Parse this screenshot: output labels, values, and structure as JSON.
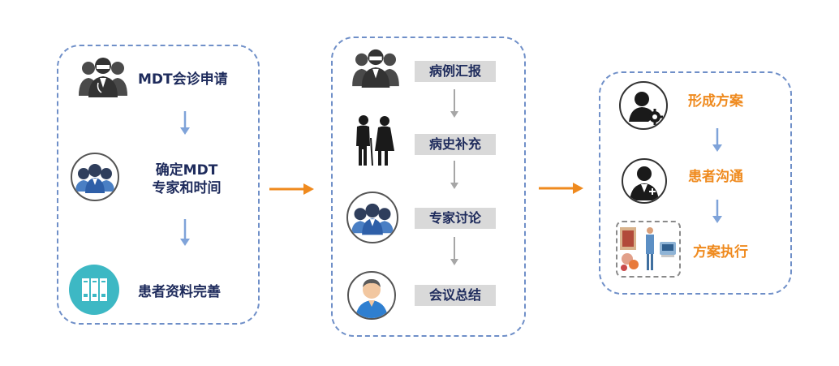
{
  "panel1": {
    "steps": [
      {
        "label": "MDT会诊申请",
        "icon": "doctors-group-icon"
      },
      {
        "label_line1": "确定MDT",
        "label_line2": "专家和时间",
        "icon": "experts-team-icon"
      },
      {
        "label": "患者资料完善",
        "icon": "document-binders-icon"
      }
    ]
  },
  "panel2": {
    "steps": [
      {
        "label": "病例汇报",
        "icon": "doctors-group-icon"
      },
      {
        "label": "病史补充",
        "icon": "elderly-couple-icon"
      },
      {
        "label": "专家讨论",
        "icon": "experts-team-icon"
      },
      {
        "label": "会议总结",
        "icon": "person-avatar-icon"
      }
    ]
  },
  "panel3": {
    "steps": [
      {
        "label": "形成方案",
        "icon": "person-settings-icon"
      },
      {
        "label": "患者沟通",
        "icon": "doctor-avatar-icon"
      },
      {
        "label": "方案执行",
        "icon": "treatment-photo-icon"
      }
    ]
  },
  "colors": {
    "border": "#6f8fc8",
    "text_dark": "#1e2b5c",
    "text_orange": "#ef8a1e",
    "arrow_blue": "#7fa3d9",
    "arrow_gray": "#a6a6a6",
    "arrow_orange": "#ef8a1e",
    "chip_bg": "#d9d9d9"
  }
}
